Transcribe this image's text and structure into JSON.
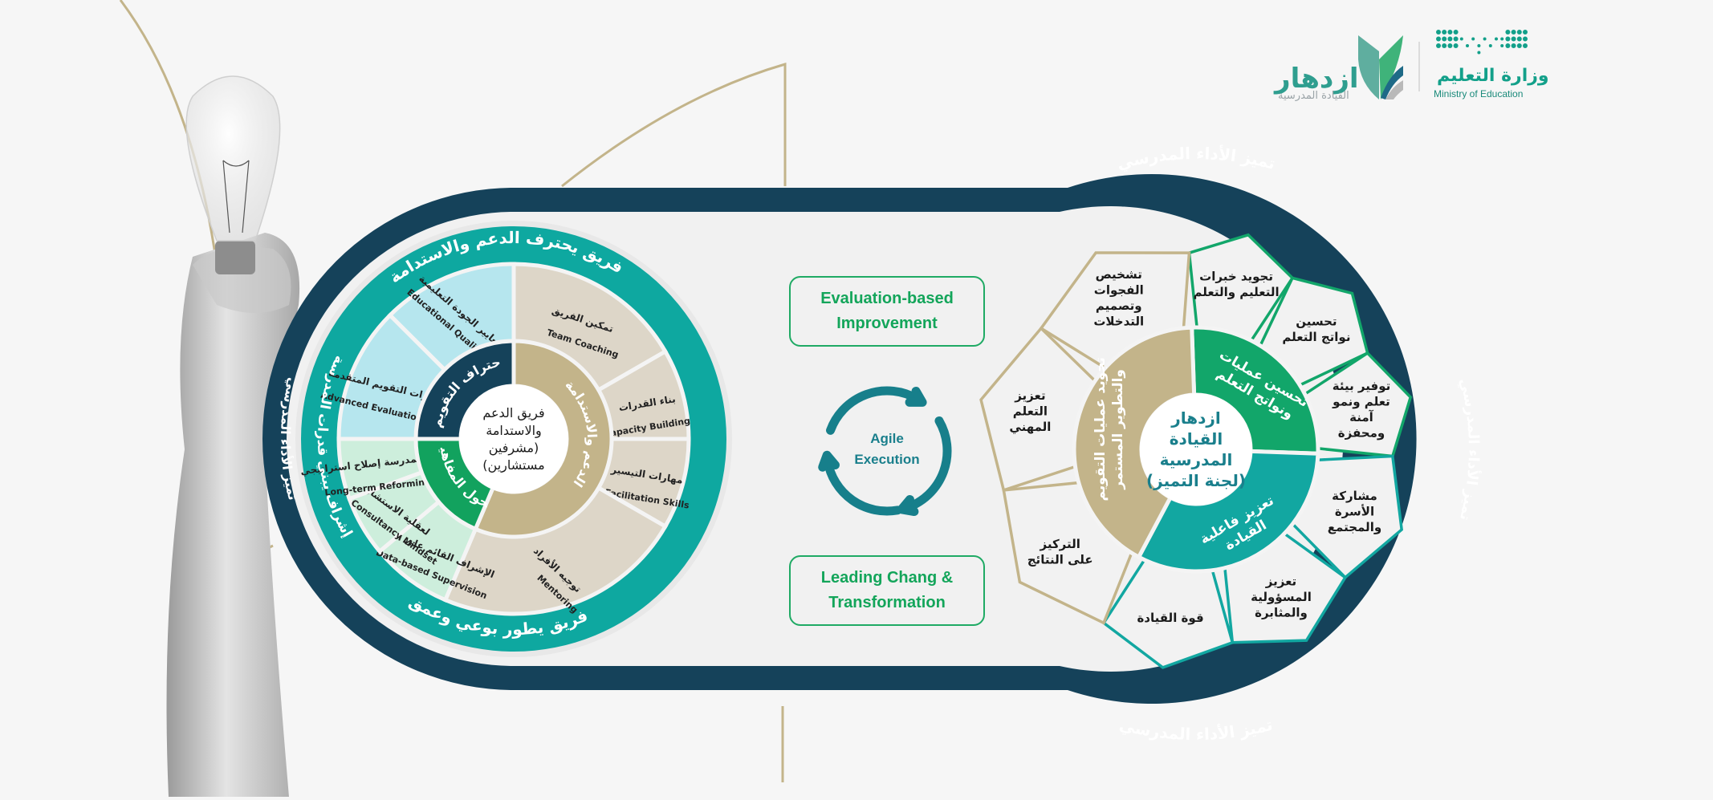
{
  "logos": {
    "ministry_ar": "وزارة التعليم",
    "ministry_en": "Ministry of Education",
    "program_ar": "ازدهار",
    "program_sub": "القيادة المدرسية"
  },
  "outer_band": {
    "label": "تميز الأداء المدرسي"
  },
  "left_wheel": {
    "center": [
      "فريق الدعم",
      "والاستدامة",
      "(مشرفين",
      "مستشارين)"
    ],
    "outer_ring_labels": {
      "top": "فريق يحترف الدعم والاستدامة",
      "bottom": "فريق يطور بوعي وعمق",
      "left": "إشراف يبني قدرات المدرسة"
    },
    "inner_segments": [
      {
        "label": "احتراف التقويم",
        "color": "#15425a"
      },
      {
        "label": "الدعم والاستدامة",
        "color": "#c3b48a"
      },
      {
        "label": "التحول المفاهيمي",
        "color": "#12a25e"
      }
    ],
    "outer_segments": [
      {
        "ar": "معايير الجودة التعليمية",
        "en": "Educational Quality Criteria",
        "group": 0
      },
      {
        "ar": "مهارات التقويم المتقدمة",
        "en": "Advanced Evaluation Skills",
        "group": 0
      },
      {
        "ar": "تمكين الفريق",
        "en": "Team Coaching",
        "group": 1
      },
      {
        "ar": "بناء القدرات",
        "en": "Capacity Building",
        "group": 1
      },
      {
        "ar": "مهارات التيسير",
        "en": "Facilitation Skills",
        "group": 1
      },
      {
        "ar": "توجيه الأفراد",
        "en": "Mentoring",
        "group": 1
      },
      {
        "ar": "الإشراف القائم على البيانات",
        "en": "Data-based Supervision",
        "group": 2
      },
      {
        "ar": "لعقلية الاستشارية",
        "en": "Consultancy Mindset",
        "group": 2
      },
      {
        "ar": "تمكين المدرسة إصلاح استراتيجي",
        "en": "Long-term Reforming",
        "group": 2
      }
    ]
  },
  "middle": {
    "box_top": [
      "Evaluation-based",
      "Improvement"
    ],
    "cycle": [
      "Agile",
      "Execution"
    ],
    "box_bottom": [
      "Leading Chang &",
      "Transformation"
    ]
  },
  "right_wheel": {
    "center": [
      "ازدهار",
      "القيادة",
      "المدرسية",
      "(لجنة التميز)"
    ],
    "segments": [
      {
        "label": [
          "تحسين عمليات",
          "ونواتج التعلم"
        ],
        "color": "#12a66a",
        "petals": [
          [
            "تجويد خبرات",
            "التعليم والتعلم"
          ],
          [
            "تحسين",
            "نواتج التعلم"
          ],
          [
            "توفير بيئة",
            "تعلم ونمو",
            "آمنة",
            "ومحفزة"
          ]
        ]
      },
      {
        "label": [
          "تعزيز فاعلية",
          "القيادة"
        ],
        "color": "#12a7a1",
        "petals": [
          [
            "مشاركة",
            "الأسرة",
            "والمجتمع"
          ],
          [
            "تعزيز",
            "المسؤولية",
            "والمثابرة"
          ],
          [
            "قوة القيادة"
          ]
        ]
      },
      {
        "label": [
          "تجويد عمليات التقويم",
          "والتطوير المستمر"
        ],
        "color": "#c3b48a",
        "petals": [
          [
            "التركيز",
            "على النتائج"
          ],
          [
            "تعزيز",
            "التعلم",
            "المهني"
          ],
          [
            "تشخيص",
            "الفجوات",
            "وتصميم",
            "التدخلات"
          ]
        ]
      }
    ]
  },
  "colors": {
    "navy": "#15425a",
    "teal": "#0ea8a0",
    "green": "#12a66a",
    "gold": "#c3b48a",
    "light_blue": "#b6e6ee",
    "light_green": "#cdeedc",
    "beige": "#ddd6c8"
  }
}
